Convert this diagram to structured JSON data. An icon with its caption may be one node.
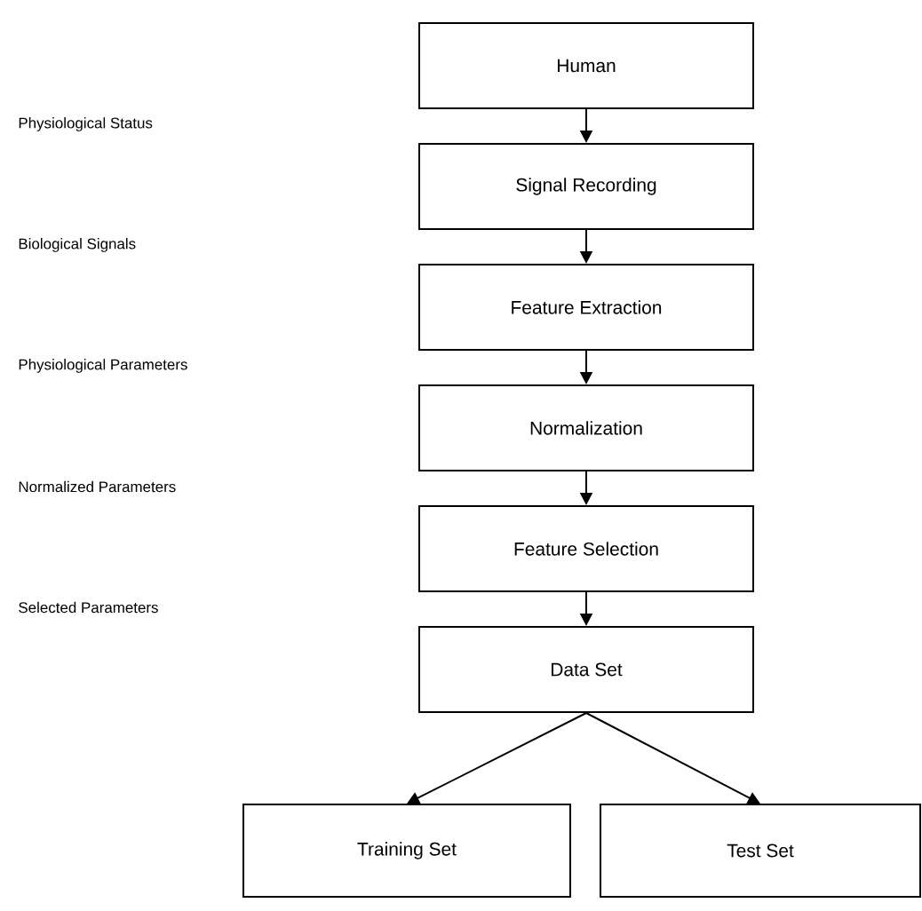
{
  "diagram": {
    "nodes": [
      {
        "text": [
          "Human"
        ]
      },
      {
        "text": [
          "Signal Recording"
        ]
      },
      {
        "text": [
          "Feature Extraction"
        ]
      },
      {
        "text": [
          "Normalization"
        ]
      },
      {
        "text": [
          "Feature Selection"
        ]
      },
      {
        "text": [
          "Data Set"
        ]
      },
      {
        "text": [
          "Training Set"
        ]
      },
      {
        "text": [
          "Test Set"
        ]
      }
    ],
    "edges": [
      {
        "from": 0,
        "to": 1,
        "arrow": "to"
      },
      {
        "from": 1,
        "to": 2,
        "arrow": "to"
      },
      {
        "from": 2,
        "to": 3,
        "arrow": "to"
      },
      {
        "from": 3,
        "to": 4,
        "arrow": "to"
      },
      {
        "from": 4,
        "to": 5,
        "arrow": "to"
      },
      {
        "from": 5,
        "to": 6,
        "arrow": "to"
      },
      {
        "from": 5,
        "to": 7,
        "arrow": "to"
      }
    ],
    "labels": [
      "Physiological Status",
      "Biological Signals",
      "Physiological Parameters",
      "Normalized Parameters",
      "Selected Parameters"
    ]
  }
}
